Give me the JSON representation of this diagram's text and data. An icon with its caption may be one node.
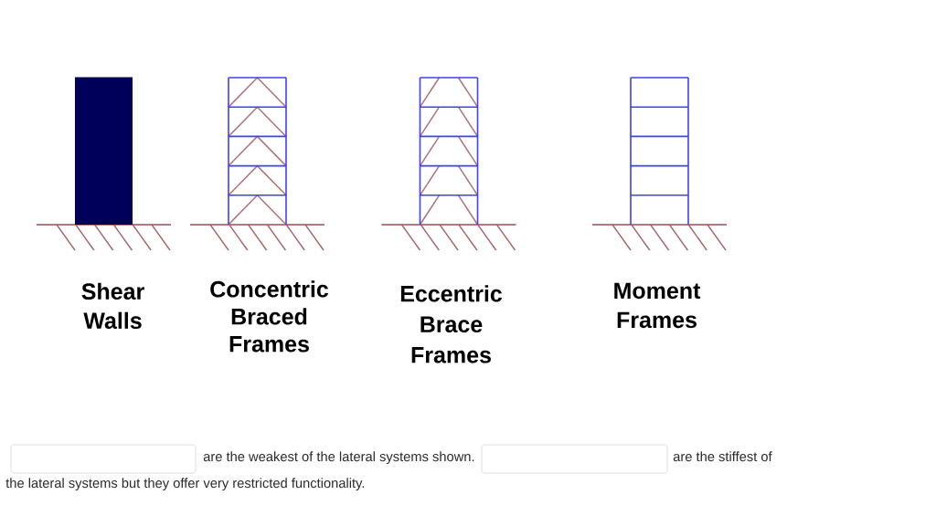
{
  "diagram": {
    "labels": [
      "Shear Walls",
      "Concentric Braced Frames",
      "Eccentric Brace Frames",
      "Moment Frames",
      "are the weakest of the lateral systems shown.",
      "are the stiffest of",
      "the lateral systems but they offer very restricted functionality."
    ]
  }
}
